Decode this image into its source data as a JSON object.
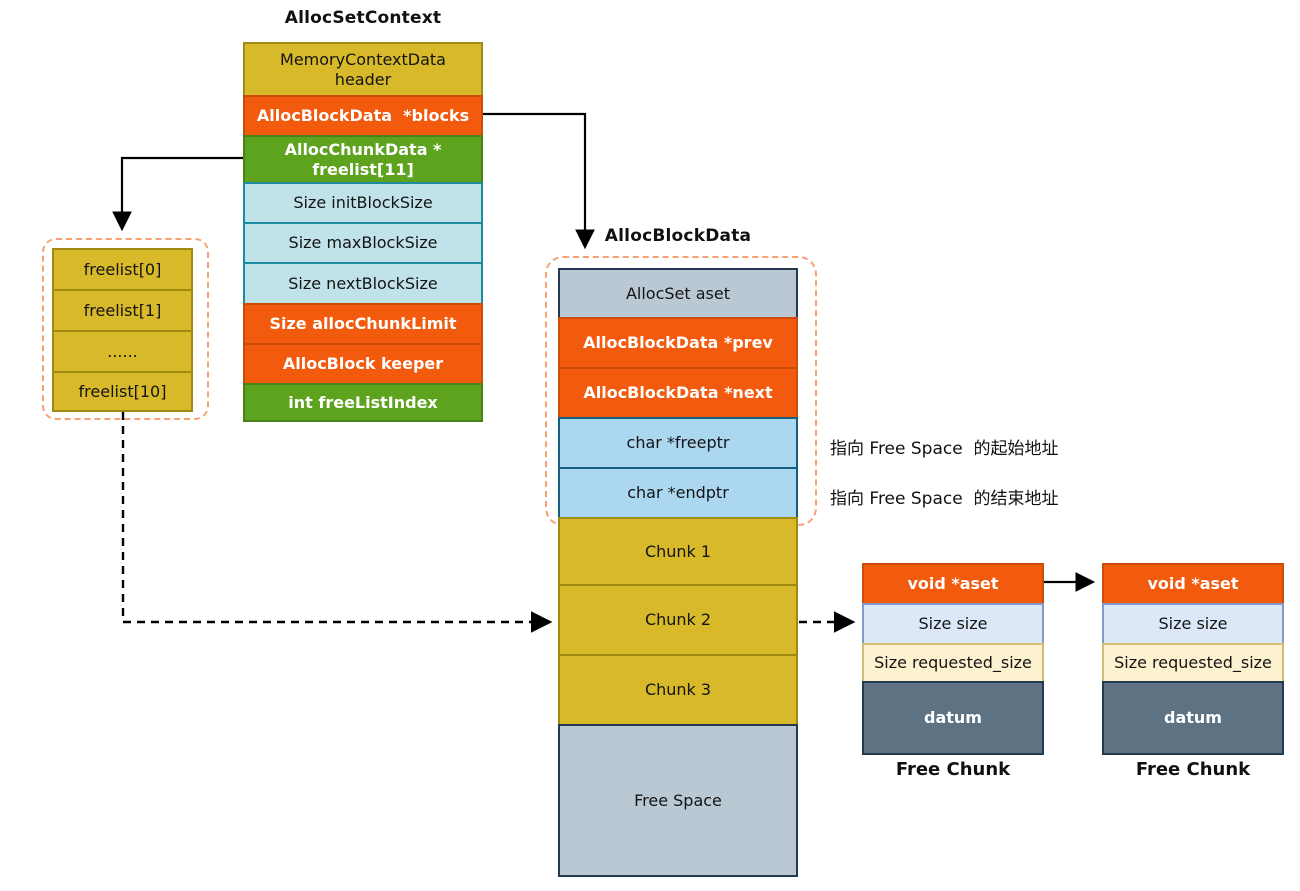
{
  "colors": {
    "gold": "#d7b92a",
    "orange": "#f25a0e",
    "green": "#5ea31d",
    "cyan": "#bfe3e9",
    "light_blue": "#abd7f0",
    "gray_blue": "#bac8d4",
    "slate": "#5d7282",
    "lavender": "#dce7f8",
    "cream": "#fdf2cf",
    "dashed_outline": "#f6a274",
    "arrow": "#000000"
  },
  "alloc_set_context": {
    "title": "AllocSetContext",
    "rows": [
      {
        "label": "MemoryContextData\nheader"
      },
      {
        "label": "AllocBlockData  *blocks"
      },
      {
        "label": "AllocChunkData *\nfreelist[11]"
      },
      {
        "label": "Size initBlockSize"
      },
      {
        "label": "Size maxBlockSize"
      },
      {
        "label": "Size nextBlockSize"
      },
      {
        "label": "Size allocChunkLimit"
      },
      {
        "label": "AllocBlock keeper"
      },
      {
        "label": "int freeListIndex"
      }
    ]
  },
  "freelist_box": {
    "items": [
      {
        "label": "freelist[0]"
      },
      {
        "label": "freelist[1]"
      },
      {
        "label": "......"
      },
      {
        "label": "freelist[10]"
      }
    ]
  },
  "alloc_block": {
    "title": "AllocBlockData",
    "header_rows": [
      {
        "label": "AllocSet aset"
      },
      {
        "label": "AllocBlockData *prev"
      },
      {
        "label": "AllocBlockData *next"
      },
      {
        "label": "char *freeptr"
      },
      {
        "label": "char *endptr"
      }
    ],
    "chunks": [
      {
        "label": "Chunk 1"
      },
      {
        "label": "Chunk 2"
      },
      {
        "label": "Chunk 3"
      }
    ],
    "free_space_label": "Free Space"
  },
  "annotations": {
    "freeptr_note": "指向 Free Space  的起始地址",
    "endptr_note": "指向 Free Space  的结束地址"
  },
  "free_chunk": {
    "caption": "Free Chunk",
    "rows": [
      {
        "label": "void *aset"
      },
      {
        "label": "Size size"
      },
      {
        "label": "Size requested_size"
      },
      {
        "label": "datum"
      }
    ]
  }
}
